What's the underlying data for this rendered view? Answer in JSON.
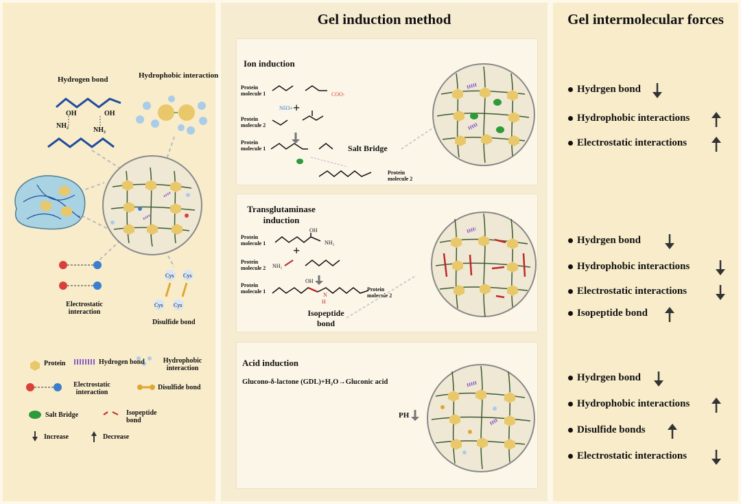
{
  "left_panel": {
    "hydrogen_bond_title": "Hydrogen bond",
    "hydrophobic_title": "Hydrophobic interaction",
    "oh1": "OH",
    "oh2": "OH",
    "nh2_1": "NH₂",
    "nh2_2": "NH₂",
    "electrostatic_title": "Electrostatic interaction",
    "disulfide_title": "Disulfide bond",
    "cys": "Cys",
    "legend": {
      "protein": "Protein",
      "hydrogen_bond": "Hydrogen bond",
      "hydrophobic": "Hydrophobic interaction",
      "electrostatic": "Electrostatic interaction",
      "disulfide": "Disulfide bond",
      "salt_bridge": "Salt Bridge",
      "isopeptide": "Isopeptide bond",
      "increase": "Increase",
      "decrease": "Decrease"
    }
  },
  "middle_panel": {
    "title": "Gel induction method",
    "ion": {
      "title": "Ion induction",
      "pm1": "Protein molecule 1",
      "pm2": "Protein molecule 2",
      "pm1b": "Protein molecule 1",
      "pm2b": "Protein molecule 2",
      "coo": "COO-",
      "nh3": "NH3+",
      "salt_bridge": "Salt Bridge",
      "plus": "+"
    },
    "tg": {
      "title": "Transglutaminase induction",
      "pm1": "Protein molecule 1",
      "pm2": "Protein molecule 2",
      "pm1b": "Protein molecule 1",
      "pm2b": "Protein molecule 2",
      "nh2": "NH₂",
      "oh": "OH",
      "n": "N",
      "h": "H",
      "isopeptide": "Isopeptide bond",
      "plus": "+"
    },
    "acid": {
      "title": "Acid induction",
      "equation": "Glucono-δ-lactone (GDL)+H₂O→Gluconic acid",
      "ph": "PH"
    }
  },
  "right_panel": {
    "title": "Gel intermolecular forces",
    "groups": [
      [
        {
          "label": "Hydrgen bond",
          "dir": "down"
        },
        {
          "label": "Hydrophobic interactions",
          "dir": "up"
        },
        {
          "label": "Electrostatic interactions",
          "dir": "up"
        }
      ],
      [
        {
          "label": "Hydrgen bond",
          "dir": "down"
        },
        {
          "label": "Hydrophobic interactions",
          "dir": "down"
        },
        {
          "label": "Electrostatic interactions",
          "dir": "down"
        },
        {
          "label": "Isopeptide bond",
          "dir": "up"
        }
      ],
      [
        {
          "label": "Hydrgen bond",
          "dir": "down"
        },
        {
          "label": "Hydrophobic interactions",
          "dir": "up"
        },
        {
          "label": "Disulfide bonds",
          "dir": "up"
        },
        {
          "label": "Electrostatic interactions",
          "dir": "down"
        }
      ]
    ]
  },
  "colors": {
    "protein": "#e8c86a",
    "hydrogen_bond": "#8a5cc8",
    "salt_bridge": "#2e9a3a",
    "isopeptide": "#c0262a",
    "electrostatic_pos": "#d9403a",
    "electrostatic_neg": "#3b7ed0",
    "chain": "#3b5a2f"
  }
}
